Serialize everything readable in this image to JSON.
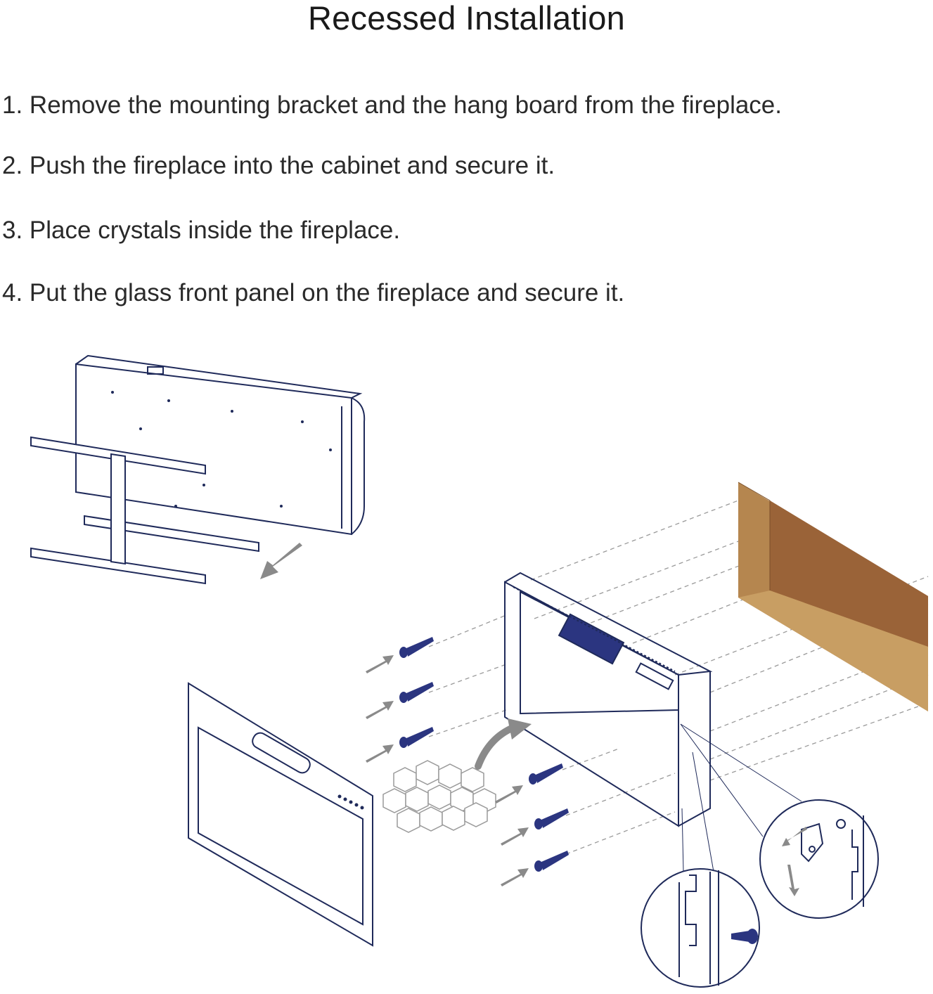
{
  "title": "Recessed Installation",
  "steps": [
    "1. Remove the mounting bracket and the hang board from the fireplace.",
    "2. Push the fireplace into the cabinet and secure it.",
    "3. Place crystals inside the fireplace.",
    "4. Put the glass front panel on the fireplace and secure it."
  ],
  "colors": {
    "line": "#1f2a5a",
    "screw": "#2b3580",
    "arrow": "#8a8a8a",
    "cabinet_front": "#b5864f",
    "cabinet_inner": "#9a6338",
    "cabinet_bottom": "#c89e63",
    "dashed": "#9a9a9a"
  }
}
